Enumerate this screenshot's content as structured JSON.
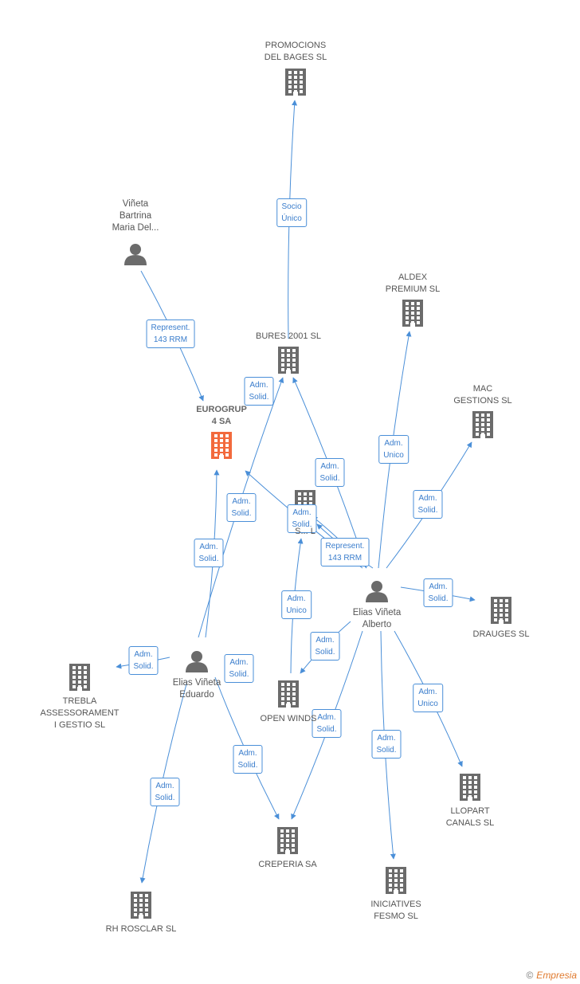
{
  "colors": {
    "edge": "#4a8fd8",
    "building": "#6b6b6b",
    "focus": "#f26a3d",
    "person": "#6b6b6b"
  },
  "nodes": [
    {
      "id": "promocions",
      "type": "company",
      "label": [
        "PROMOCIONS",
        "DEL BAGES SL"
      ]
    },
    {
      "id": "vineta_bartrina",
      "type": "person",
      "label": [
        "Viñeta",
        "Bartrina",
        "Maria Del..."
      ]
    },
    {
      "id": "aldex",
      "type": "company",
      "label": [
        "ALDEX",
        "PREMIUM SL"
      ]
    },
    {
      "id": "bures",
      "type": "company",
      "label": [
        "BURES 2001 SL"
      ]
    },
    {
      "id": "eurogrup",
      "type": "focus",
      "label": [
        "EUROGRUP",
        "4 SA"
      ]
    },
    {
      "id": "mac",
      "type": "company",
      "label": [
        "MAC",
        "GESTIONS SL"
      ]
    },
    {
      "id": "sc",
      "type": "company",
      "label": [
        "S...  L"
      ]
    },
    {
      "id": "elias_alberto",
      "type": "person",
      "label": [
        "Elias Viñeta",
        "Alberto"
      ]
    },
    {
      "id": "drauges",
      "type": "company",
      "label": [
        "DRAUGES SL"
      ]
    },
    {
      "id": "elias_eduardo",
      "type": "person",
      "label": [
        "Elias Viñeta",
        "Eduardo"
      ]
    },
    {
      "id": "trebla",
      "type": "company",
      "label": [
        "TREBLA",
        "ASSESSORAMENT",
        "I GESTIO SL"
      ]
    },
    {
      "id": "open_winds",
      "type": "company",
      "label": [
        "OPEN WINDS"
      ]
    },
    {
      "id": "llopart",
      "type": "company",
      "label": [
        "LLOPART",
        "CANALS SL"
      ]
    },
    {
      "id": "creperia",
      "type": "company",
      "label": [
        "CREPERIA SA"
      ]
    },
    {
      "id": "iniciatives",
      "type": "company",
      "label": [
        "INICIATIVES",
        "FESMO SL"
      ]
    },
    {
      "id": "rh_rosclar",
      "type": "company",
      "label": [
        "RH ROSCLAR SL"
      ]
    }
  ],
  "edges": [
    {
      "from": "bures",
      "to": "promocions",
      "label": [
        "Socio",
        "Único"
      ]
    },
    {
      "from": "vineta_bartrina",
      "to": "eurogrup",
      "label": [
        "Represent.",
        "143 RRM"
      ]
    },
    {
      "from": "elias_eduardo",
      "to": "bures",
      "label": [
        "Adm.",
        "Solid."
      ]
    },
    {
      "from": "elias_alberto",
      "to": "bures",
      "label": [
        "Adm.",
        "Solid."
      ]
    },
    {
      "from": "elias_alberto",
      "to": "aldex",
      "label": [
        "Adm.",
        "Unico"
      ]
    },
    {
      "from": "elias_alberto",
      "to": "mac",
      "label": [
        "Adm.",
        "Solid."
      ]
    },
    {
      "from": "elias_alberto",
      "to": "eurogrup",
      "label": [
        "Adm.",
        "Solid."
      ]
    },
    {
      "from": "elias_alberto",
      "to": "sc",
      "label": [
        "Adm.",
        "Solid."
      ]
    },
    {
      "from": "elias_alberto",
      "to": "sc",
      "label": [
        "Represent.",
        "143 RRM"
      ]
    },
    {
      "from": "elias_eduardo",
      "to": "eurogrup",
      "label": [
        "Adm.",
        "Solid."
      ]
    },
    {
      "from": "open_winds",
      "to": "sc",
      "label": [
        "Adm.",
        "Unico"
      ]
    },
    {
      "from": "elias_alberto",
      "to": "drauges",
      "label": [
        "Adm.",
        "Solid."
      ]
    },
    {
      "from": "elias_alberto",
      "to": "open_winds",
      "label": [
        "Adm.",
        "Solid."
      ]
    },
    {
      "from": "elias_eduardo",
      "to": "trebla",
      "label": [
        "Adm.",
        "Solid."
      ]
    },
    {
      "from": "elias_eduardo",
      "to": "creperia",
      "label": [
        "Adm.",
        "Solid."
      ]
    },
    {
      "from": "elias_alberto",
      "to": "creperia",
      "label": [
        "Adm.",
        "Solid."
      ]
    },
    {
      "from": "elias_alberto",
      "to": "iniciatives",
      "label": [
        "Adm.",
        "Solid."
      ]
    },
    {
      "from": "elias_alberto",
      "to": "llopart",
      "label": [
        "Adm.",
        "Unico"
      ]
    },
    {
      "from": "elias_eduardo",
      "to": "rh_rosclar",
      "label": [
        "Adm.",
        "Solid."
      ]
    }
  ],
  "footer": {
    "copyright_symbol": "©",
    "brand_initial": "E",
    "brand_rest": "mpresia"
  }
}
